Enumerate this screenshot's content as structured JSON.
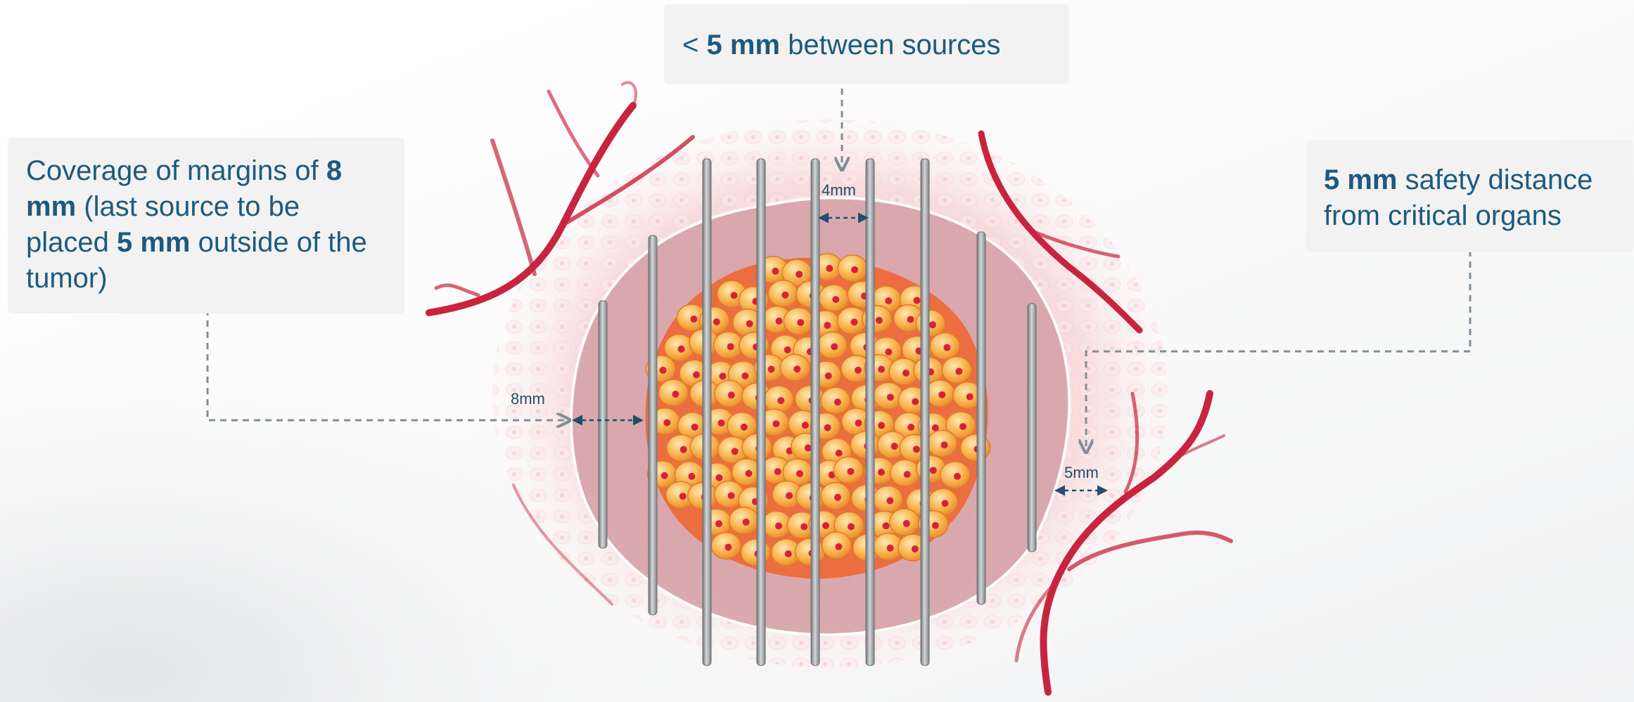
{
  "callouts": {
    "top": {
      "prefix": "< ",
      "bold": "5 mm",
      "rest": " between sources"
    },
    "left": {
      "t1": "Coverage of margins of ",
      "b1": "8 mm",
      "t2": " (last source to be placed ",
      "b2": "5 mm",
      "t3": " outside of the tumor)"
    },
    "right": {
      "bold": "5 mm",
      "rest": " safety distance from critical organs"
    }
  },
  "measurements": {
    "between_sources": "4mm",
    "margin": "8mm",
    "safety": "5mm"
  },
  "colors": {
    "callout_text": "#1d5a7e",
    "callout_bg": "#f2f2f2",
    "arrow": "#7f8e99",
    "vessel": "#c8243f",
    "tumor": "#f7a93a",
    "margin_tissue": "#cf9a9f",
    "needle": "#9a9ea2"
  }
}
